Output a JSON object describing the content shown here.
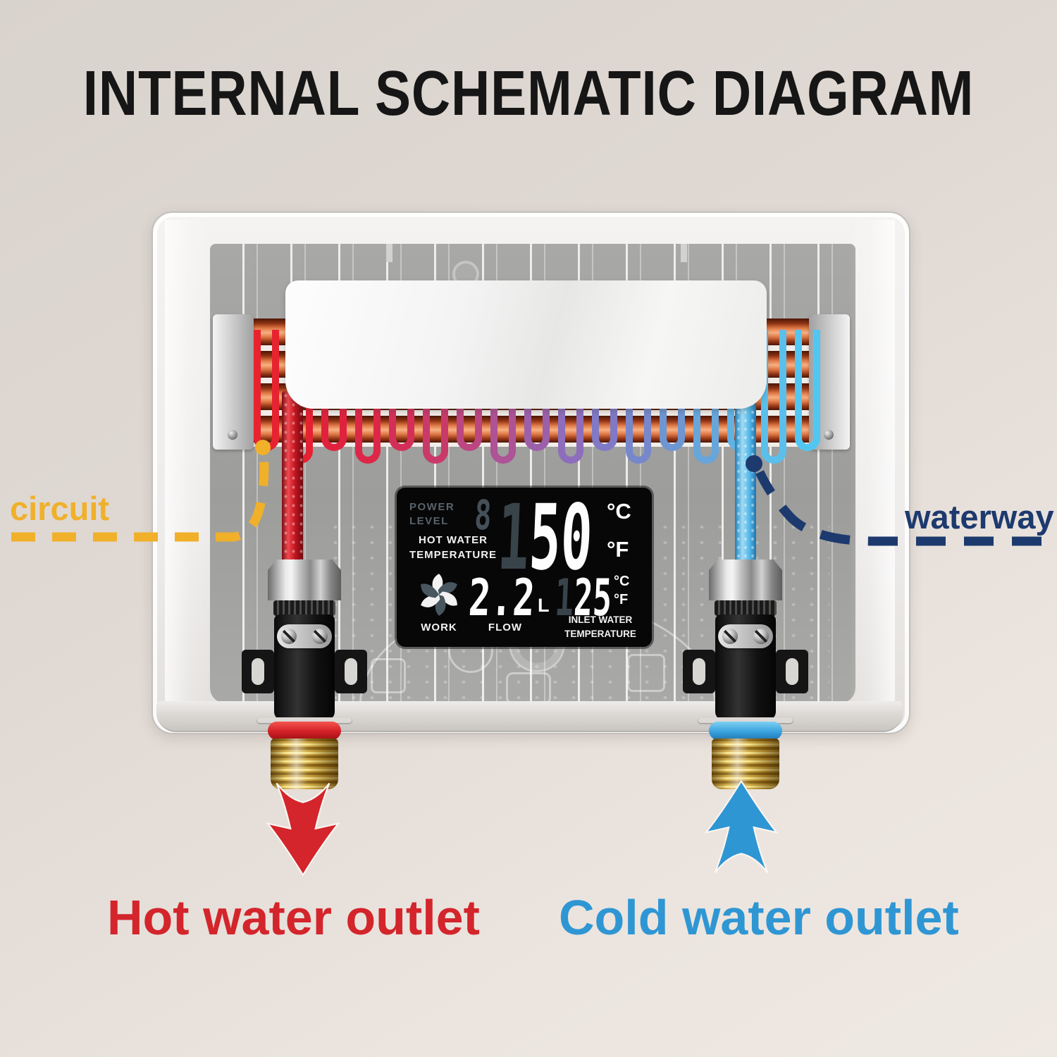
{
  "title": "INTERNAL SCHEMATIC DIAGRAM",
  "colors": {
    "background": "#ded8d2",
    "title": "#161616",
    "circuit_accent": "#f0b02a",
    "waterway_accent": "#1d3a6e",
    "hot_accent": "#d3252b",
    "cold_accent": "#2f96d4",
    "copper": "#b4512a",
    "display_bg": "#070708"
  },
  "annotations": {
    "circuit_label": "circuit",
    "waterway_label": "waterway"
  },
  "display": {
    "power_label_line1": "POWER",
    "power_label_line2": "LEVEL",
    "power_value": "8",
    "hot_water_label_line1": "HOT WATER",
    "hot_water_label_line2": "TEMPERATURE",
    "hot_water_ghost": "1",
    "hot_water_value": "50",
    "unit_celsius": "°C",
    "unit_fahrenheit": "°F",
    "work_label": "WORK",
    "flow_value": "2.2",
    "flow_unit": "L",
    "flow_label": "FLOW",
    "inlet_ghost": "1",
    "inlet_value": "25",
    "inlet_unit_celsius": "°C",
    "inlet_unit_fahrenheit": "°F",
    "inlet_label_line1": "INLET WATER",
    "inlet_label_line2": "TEMPERATURE"
  },
  "outlets": {
    "hot_label": "Hot water outlet",
    "cold_label": "Cold water outlet"
  },
  "heat_exchanger": {
    "loop_colors": [
      "#e82330",
      "#e52133",
      "#e0223e",
      "#dd2749",
      "#d42f58",
      "#c93a6b",
      "#bc4680",
      "#ad5396",
      "#9c60aa",
      "#8d6dbc",
      "#8079c6",
      "#7687cc",
      "#6d96d3",
      "#66a6db",
      "#60b3e3",
      "#5bbfec",
      "#52c6f2"
    ]
  }
}
